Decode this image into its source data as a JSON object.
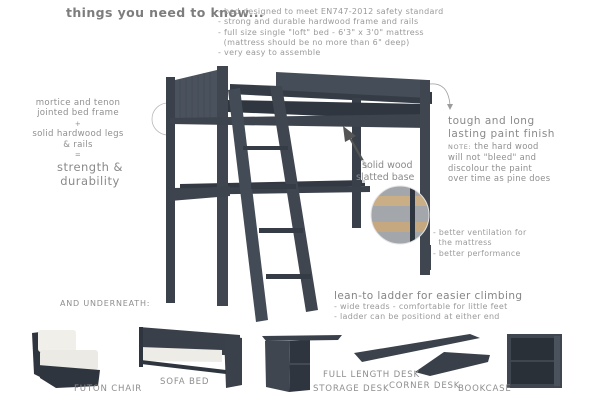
{
  "header": {
    "title": "things you need to know...",
    "bullets": [
      "- bed designed to meet EN747-2012 safety standard",
      "- strong and durable hardwood frame and rails",
      "- full size single \"loft\" bed - 6'3\" x 3'0\" mattress",
      "  (mattress should be no more than 6\" deep)",
      "- very easy to assemble"
    ]
  },
  "left_callout": {
    "lines": [
      "mortice and tenon",
      "jointed bed frame",
      "+",
      "solid hardwood legs",
      "& rails",
      "="
    ],
    "conclusion": "strength & durability"
  },
  "paint_callout": {
    "title_line1": "tough and long",
    "title_line2": "lasting paint finish",
    "note_label": "NOTE:",
    "note_lines": [
      "the hard wood",
      "will not \"bleed\" and",
      "discolour the paint",
      "over time as pine does"
    ]
  },
  "slats_callout": {
    "line1": "solid wood",
    "line2": "slatted base",
    "benefits": [
      "- better ventilation for",
      "  the mattress",
      "- better performance"
    ]
  },
  "ladder_callout": {
    "title": "lean-to ladder for easier climbing",
    "bullets": [
      "- wide treads - comfortable for little feet",
      "- ladder can be positiond at either end"
    ]
  },
  "underneath": {
    "heading": "AND UNDERNEATH:",
    "products": [
      {
        "label": "FUTON CHAIR"
      },
      {
        "label": "SOFA BED"
      },
      {
        "label": "STORAGE DESK"
      },
      {
        "label": "FULL LENGTH DESK"
      },
      {
        "label": "CORNER DESK"
      },
      {
        "label": "BOOKCASE"
      }
    ]
  },
  "colors": {
    "frame": "#3f4650",
    "frame_dark": "#2f353e",
    "text": "#8a8a8a",
    "mattress": "#ecebe6",
    "wood": "#c9ae86"
  }
}
